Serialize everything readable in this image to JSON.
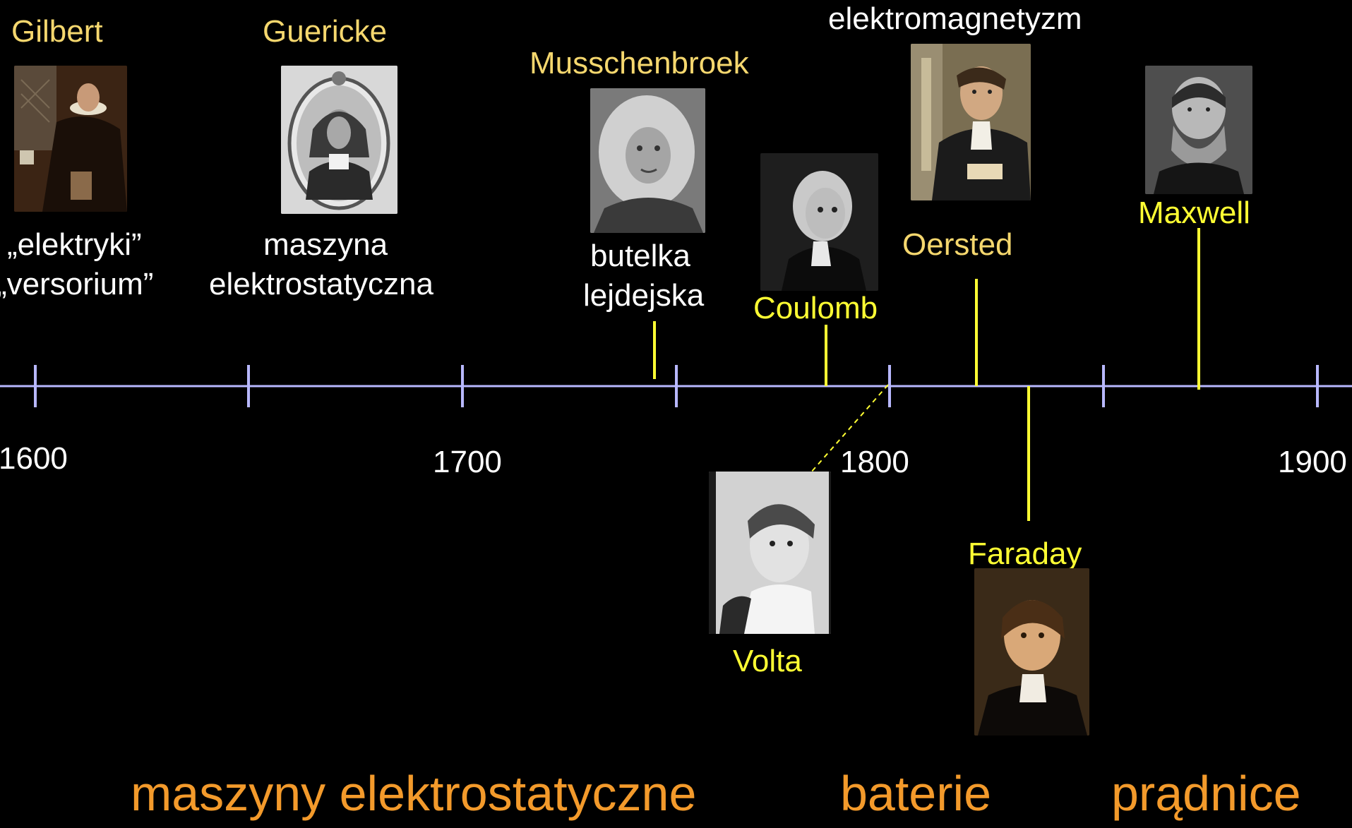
{
  "timeline": {
    "years": [
      "1600",
      "1700",
      "1800",
      "1900"
    ],
    "axis_color": "#b8b8ff",
    "marker_color": "#ffff33"
  },
  "people": {
    "gilbert": {
      "name": "Gilbert",
      "desc_line1": "„elektryki”",
      "desc_line2": "„versorium”"
    },
    "guericke": {
      "name": "Guericke",
      "desc_line1": "maszyna",
      "desc_line2": "elektrostatyczna"
    },
    "musschenbroek": {
      "name": "Musschenbroek",
      "desc_line1": "butelka",
      "desc_line2": "lejdejska"
    },
    "coulomb": {
      "name": "Coulomb"
    },
    "oersted": {
      "name": "Oersted",
      "desc": "elektromagnetyzm"
    },
    "maxwell": {
      "name": "Maxwell"
    },
    "volta": {
      "name": "Volta"
    },
    "faraday": {
      "name": "Faraday"
    }
  },
  "eras": {
    "electrostatic": "maszyny elektrostatyczne",
    "batteries": "baterie",
    "generators": "prądnice"
  }
}
